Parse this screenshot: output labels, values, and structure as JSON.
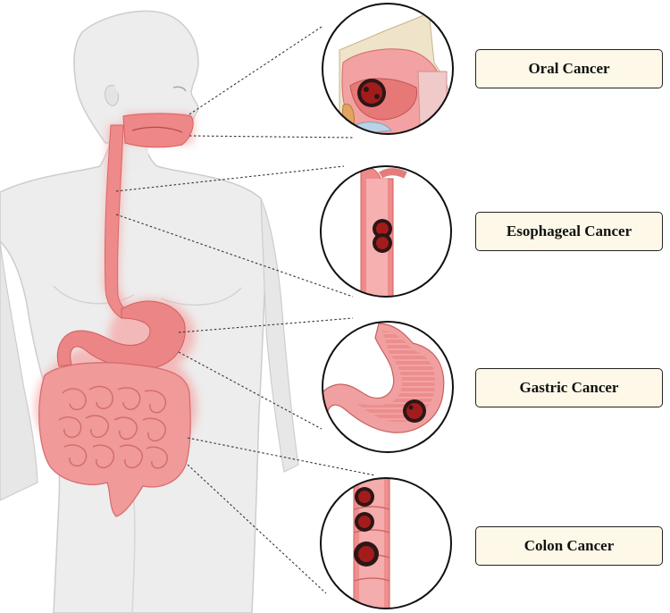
{
  "labels": {
    "oral": "Oral Cancer",
    "esophageal": "Esophageal Cancer",
    "gastric": "Gastric Cancer",
    "colon": "Colon Cancer"
  },
  "colors": {
    "body_fill": "#ededed",
    "body_stroke": "#c9c9c9",
    "organ": "#ef8a8a",
    "organ_glow": "#f7b3b3",
    "tumor": "#3b2222",
    "tumor_inner": "#c21b1b",
    "label_bg": "#fdf8e8"
  }
}
